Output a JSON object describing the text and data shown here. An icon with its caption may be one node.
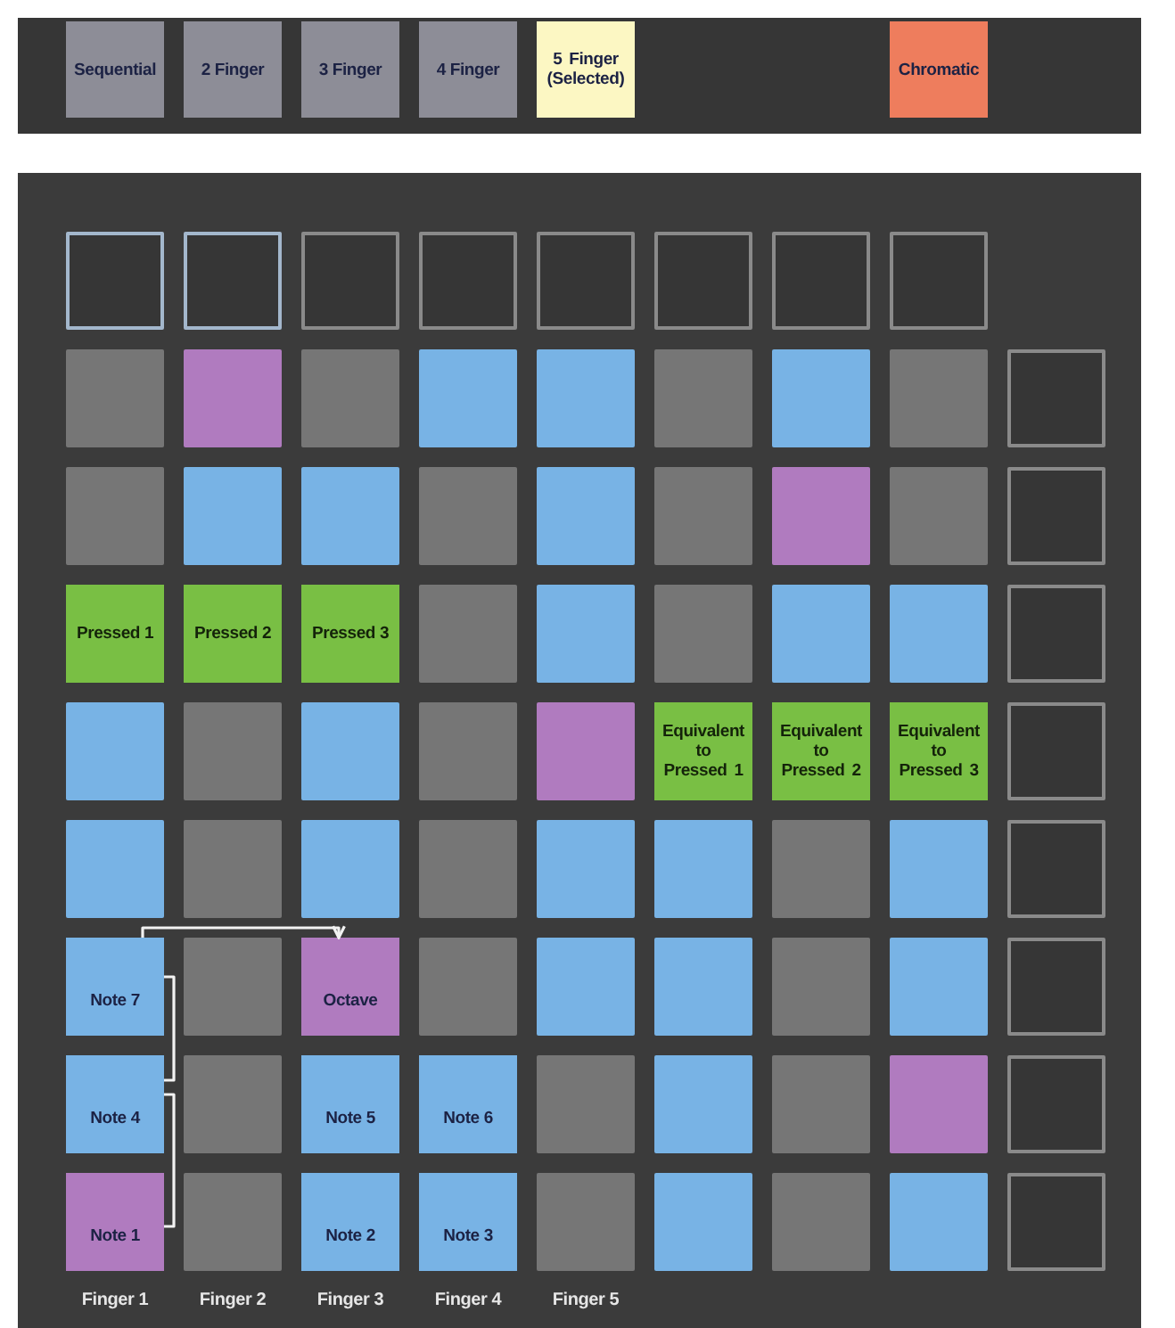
{
  "diagram": {
    "nodes": [
      {
        "text": [
          "Sequential"
        ]
      },
      {
        "text": [
          "2 Finger"
        ]
      },
      {
        "text": [
          "3 Finger"
        ]
      },
      {
        "text": [
          "4 Finger"
        ]
      },
      {
        "text": [
          "5 Finger (Selected)"
        ]
      },
      {
        "text": [
          "Chromatic"
        ]
      },
      {
        "text": [],
        "shape": "box"
      },
      {
        "text": [],
        "shape": "box"
      },
      {
        "text": [],
        "shape": "box"
      },
      {
        "text": [],
        "shape": "box"
      },
      {
        "text": [],
        "shape": "box"
      },
      {
        "text": [],
        "shape": "box"
      },
      {
        "text": [],
        "shape": "box"
      },
      {
        "text": [],
        "shape": "box"
      },
      {
        "text": [],
        "shape": "box"
      },
      {
        "text": [],
        "shape": "box"
      },
      {
        "text": [],
        "shape": "box"
      },
      {
        "text": [],
        "shape": "box"
      },
      {
        "text": [],
        "shape": "box"
      },
      {
        "text": [],
        "shape": "box"
      },
      {
        "text": [],
        "shape": "box"
      },
      {
        "text": [],
        "shape": "box"
      },
      {
        "text": [],
        "shape": "box"
      },
      {
        "text": [],
        "shape": "box"
      },
      {
        "text": [],
        "shape": "box"
      },
      {
        "text": [],
        "shape": "box"
      },
      {
        "text": [],
        "shape": "box"
      },
      {
        "text": [],
        "shape": "box"
      },
      {
        "text": [],
        "shape": "box"
      },
      {
        "text": [],
        "shape": "box"
      },
      {
        "text": [],
        "shape": "box"
      },
      {
        "text": [],
        "shape": "box"
      },
      {
        "text": [
          "Pressed 1"
        ]
      },
      {
        "text": [
          "Pressed 2"
        ]
      },
      {
        "text": [
          "Pressed 3"
        ]
      },
      {
        "text": [],
        "shape": "box"
      },
      {
        "text": [],
        "shape": "box"
      },
      {
        "text": [],
        "shape": "box"
      },
      {
        "text": [],
        "shape": "box"
      },
      {
        "text": [],
        "shape": "box"
      },
      {
        "text": [],
        "shape": "box"
      },
      {
        "text": [],
        "shape": "box"
      },
      {
        "text": [],
        "shape": "box"
      },
      {
        "text": [],
        "shape": "box"
      },
      {
        "text": [],
        "shape": "box"
      },
      {
        "text": [],
        "shape": "box"
      },
      {
        "text": [
          "Equivalent to Pressed 1"
        ]
      },
      {
        "text": [
          "Equivalent to Pressed 2"
        ]
      },
      {
        "text": [
          "Equivalent to Pressed 3"
        ]
      },
      {
        "text": [],
        "shape": "box"
      },
      {
        "text": [],
        "shape": "box"
      },
      {
        "text": [],
        "shape": "box"
      },
      {
        "text": [],
        "shape": "box"
      },
      {
        "text": [],
        "shape": "box"
      },
      {
        "text": [],
        "shape": "box"
      },
      {
        "text": [],
        "shape": "box"
      },
      {
        "text": [],
        "shape": "box"
      },
      {
        "text": [],
        "shape": "box"
      },
      {
        "text": [],
        "shape": "box"
      },
      {
        "text": [
          "Note 7"
        ]
      },
      {
        "text": [],
        "shape": "box"
      },
      {
        "text": [
          "Octave"
        ]
      },
      {
        "text": [],
        "shape": "box"
      },
      {
        "text": [],
        "shape": "box"
      },
      {
        "text": [],
        "shape": "box"
      },
      {
        "text": [],
        "shape": "box"
      },
      {
        "text": [],
        "shape": "box"
      },
      {
        "text": [],
        "shape": "box"
      },
      {
        "text": [
          "Note 4"
        ]
      },
      {
        "text": [],
        "shape": "box"
      },
      {
        "text": [
          "Note 5"
        ]
      },
      {
        "text": [
          "Note 6"
        ]
      },
      {
        "text": [],
        "shape": "box"
      },
      {
        "text": [],
        "shape": "box"
      },
      {
        "text": [],
        "shape": "box"
      },
      {
        "text": [],
        "shape": "box"
      },
      {
        "text": [],
        "shape": "box"
      },
      {
        "text": [
          "Note 1"
        ]
      },
      {
        "text": [],
        "shape": "box"
      },
      {
        "text": [
          "Note 2"
        ]
      },
      {
        "text": [
          "Note 3"
        ]
      },
      {
        "text": [],
        "shape": "box"
      },
      {
        "text": [],
        "shape": "box"
      },
      {
        "text": [],
        "shape": "box"
      },
      {
        "text": [],
        "shape": "box"
      },
      {
        "text": [],
        "shape": "box"
      }
    ],
    "edges": [
      {
        "from": 77,
        "to": 68,
        "arrow": "none"
      },
      {
        "from": 68,
        "to": 59,
        "arrow": "none"
      },
      {
        "from": 59,
        "to": 61,
        "arrow": "to"
      }
    ],
    "labels": [
      "Finger 1",
      "Finger 2",
      "Finger 3",
      "Finger 4",
      "Finger 5"
    ]
  }
}
